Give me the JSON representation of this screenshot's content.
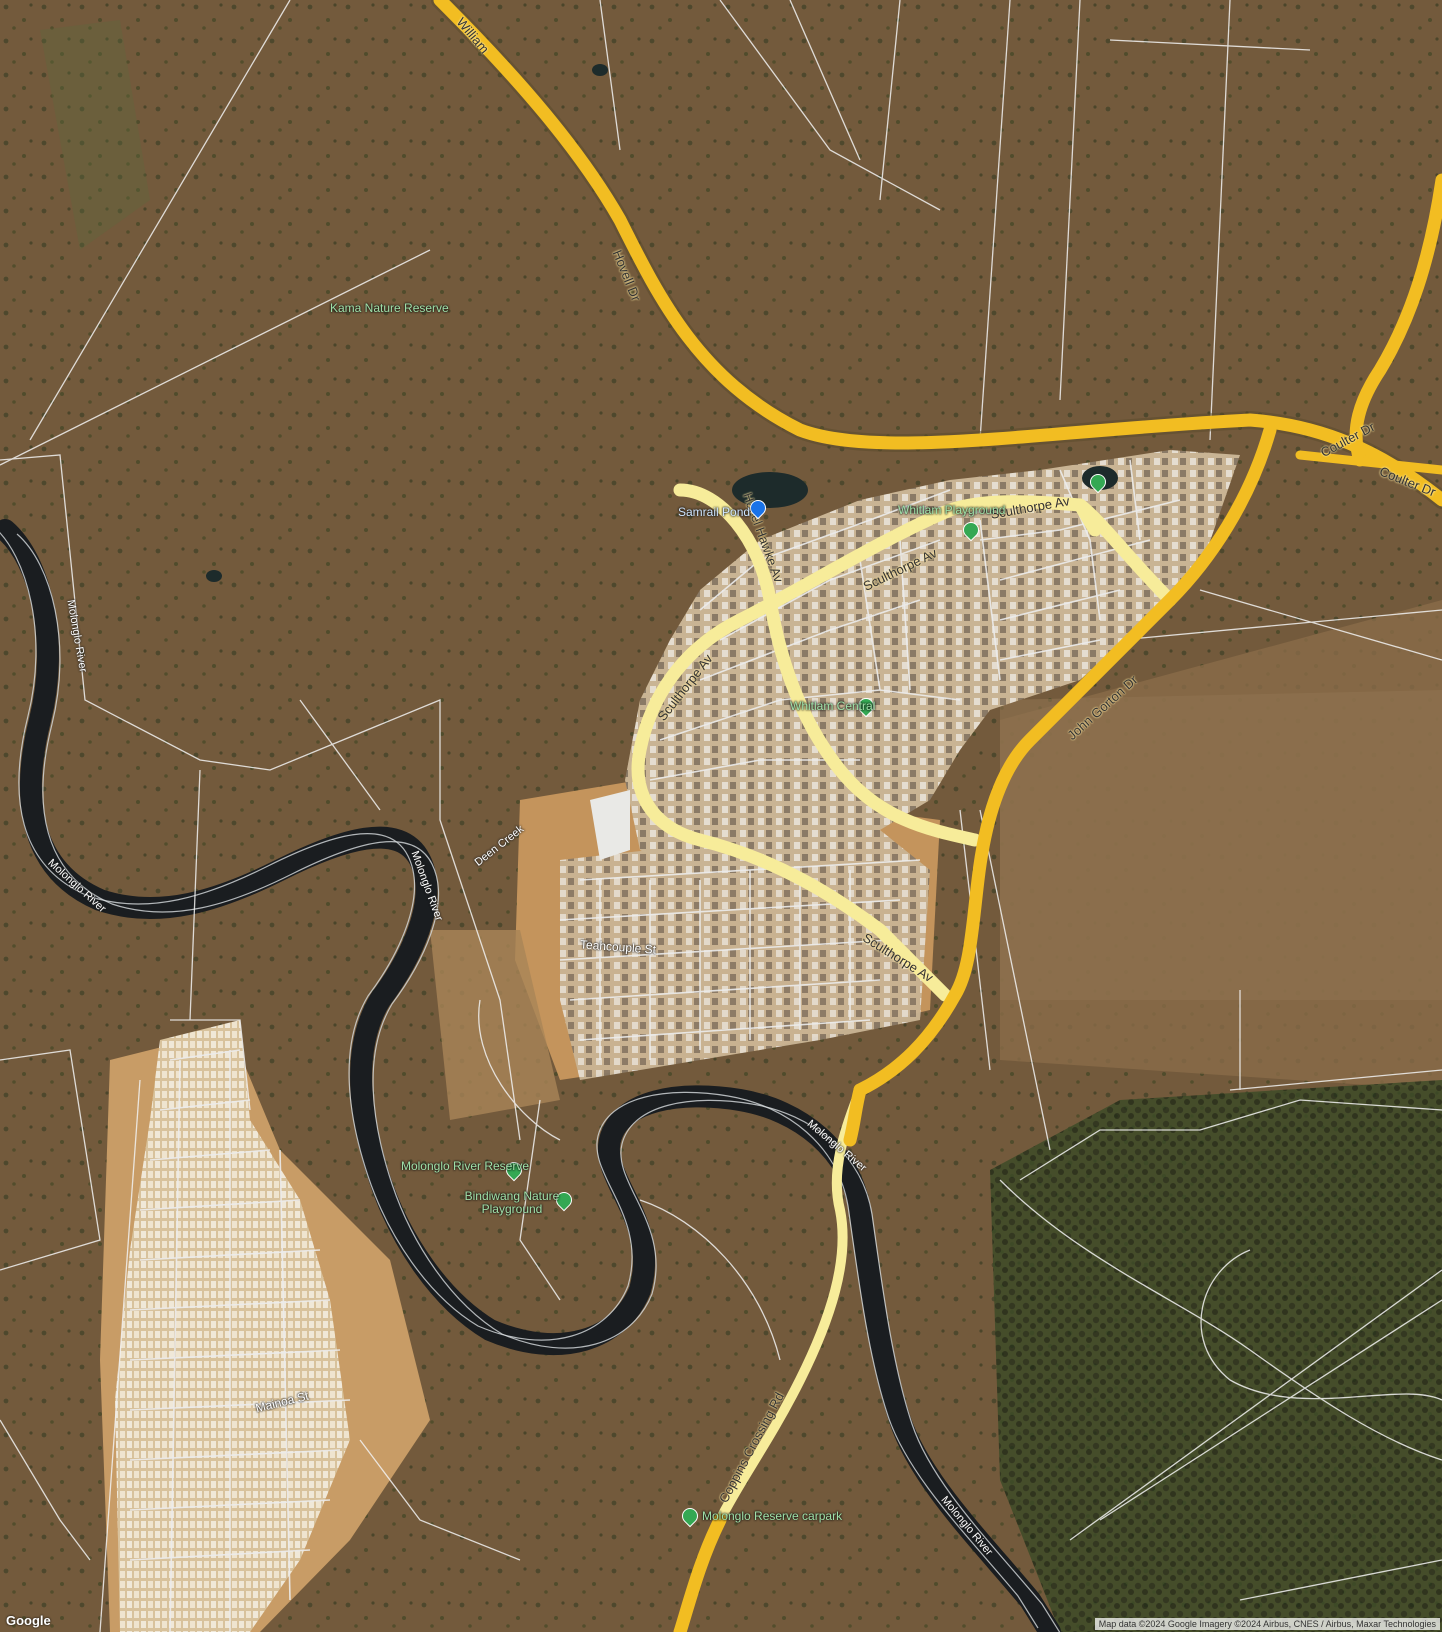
{
  "map": {
    "provider_logo": "Google",
    "attribution": "Map data ©2024 Google Imagery ©2024 Airbus, CNES / Airbus, Maxar Technologies",
    "colors": {
      "major_road": "#f2bd22",
      "minor_road": "#f9ee9e",
      "river": "#1e2226",
      "street": "#e9e9e9"
    }
  },
  "roads": {
    "william": "William",
    "hovell_dr": "Hovell Dr",
    "coulter_dr_1": "Coulter Dr",
    "coulter_dr_2": "Coulter Dr",
    "john_gorton_dr": "John Gorton Dr",
    "sculthorpe_av_1": "Sculthorpe Av",
    "sculthorpe_av_2": "Sculthorpe Av",
    "sculthorpe_av_3": "Sculthorpe Av",
    "sculthorpe_av_4": "Sculthorpe Av",
    "hazel_hawke_av": "Hazel Hawke Av",
    "coppins_crossing_rd": "Coppins Crossing Rd",
    "deen_creek": "Deen Creek",
    "molonglo_river_1": "Molonglo River",
    "molonglo_river_2": "Molonglo River",
    "molonglo_river_3": "Molonglo River",
    "molonglo_river_4": "Molonglo River",
    "molonglo_river_5": "Molonglo River",
    "mainoa_st": "Mainoa St",
    "teaspoon_st": "Teahcouple St"
  },
  "pois": {
    "kama": "Kama Nature Reserve",
    "samrail": "Samrail Pond",
    "bindiwang": "Bindiwang Nature Playground",
    "molonglo_reserve": "Molonglo River Reserve",
    "carpark": "Molonglo Reserve carpark",
    "playground": "Whitlam Playground",
    "central": "Whitlam Central"
  }
}
